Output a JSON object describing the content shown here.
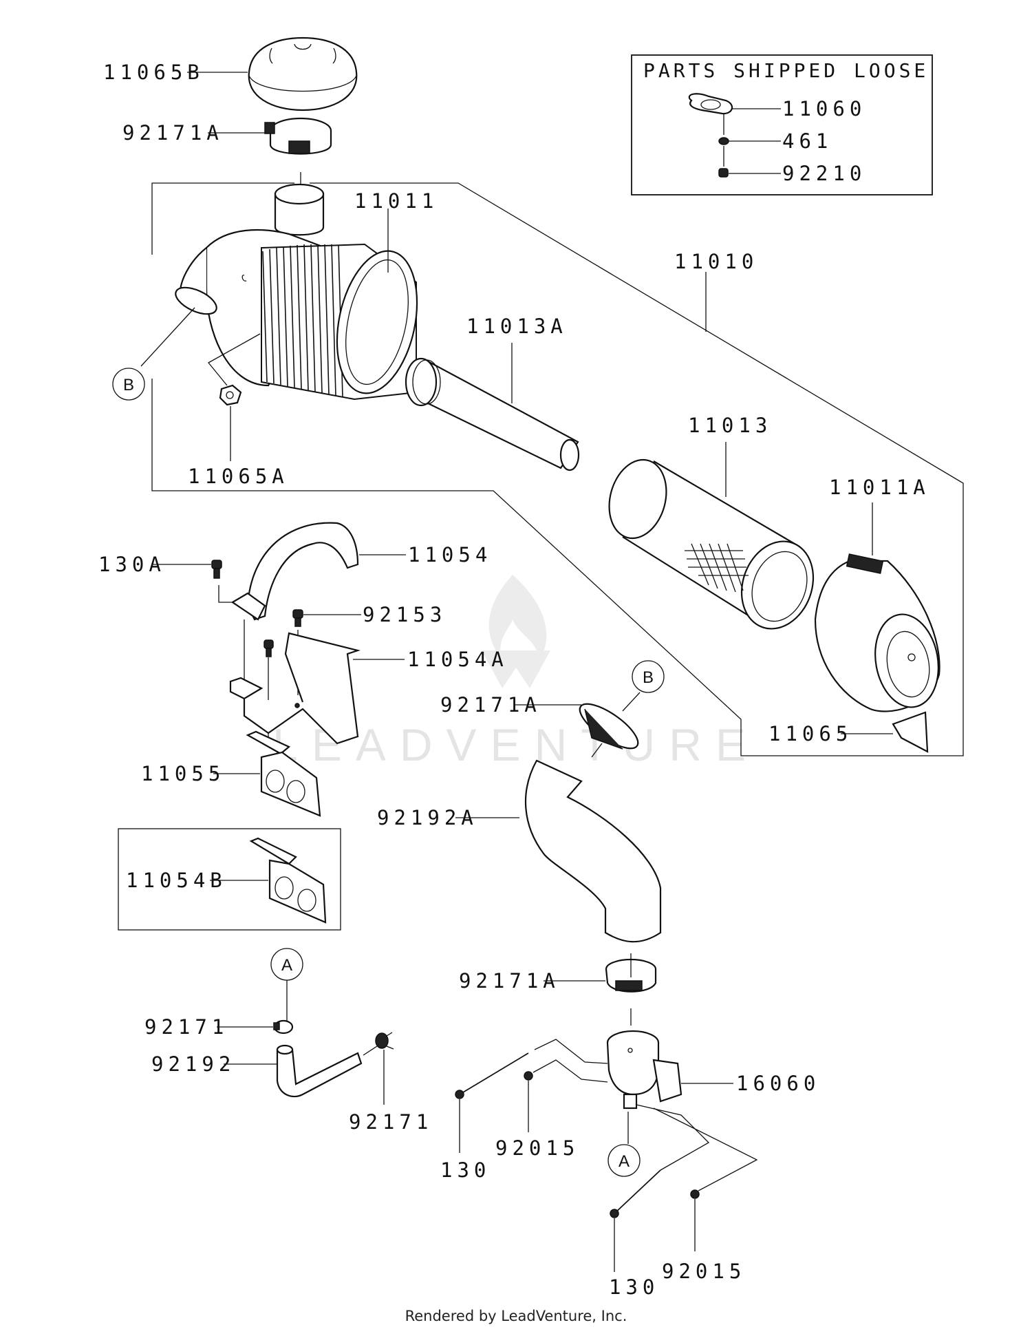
{
  "diagram": {
    "title": "Air Filter Assembly Parts Diagram",
    "watermark": "LEADVENTURE",
    "footer": "Rendered by LeadVenture, Inc.",
    "parts_shipped_loose": {
      "title": "PARTS SHIPPED LOOSE",
      "items": [
        "11060",
        "461",
        "92210"
      ]
    },
    "kit_box": {
      "item": "11054B"
    },
    "callouts": {
      "c_11065B": "11065B",
      "c_92171A_top": "92171A",
      "c_11011": "11011",
      "c_11010": "11010",
      "c_11013A": "11013A",
      "c_11065A": "11065A",
      "c_11013": "11013",
      "c_11011A": "11011A",
      "c_130A": "130A",
      "c_11054": "11054",
      "c_92153": "92153",
      "c_11054A": "11054A",
      "c_92171A_mid": "92171A",
      "c_11065": "11065",
      "c_11055": "11055",
      "c_92192A": "92192A",
      "c_92171A_low": "92171A",
      "c_92171_left": "92171",
      "c_92192": "92192",
      "c_92171_right": "92171",
      "c_16060": "16060",
      "c_92015_a": "92015",
      "c_130_a": "130",
      "c_130_b": "130",
      "c_92015_b": "92015"
    },
    "reference_markers": {
      "b_left": "B",
      "b_mid": "B",
      "a_left": "A",
      "a_bottom": "A"
    }
  }
}
